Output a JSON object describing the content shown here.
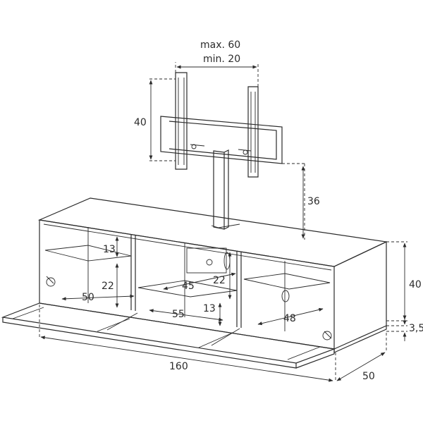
{
  "dimensions": {
    "bracket_spacing_max": "max. 60",
    "bracket_spacing_min": "min. 20",
    "bracket_height": "40",
    "mount_to_top": "36",
    "cabinet_height": "40",
    "feet_height": "3,5",
    "depth": "50",
    "width": "160",
    "shelf_left_height": "13",
    "left_compartment_height": "22",
    "left_compartment_depth": "50",
    "center_shelf_depth": "45",
    "center_compartment_height": "22",
    "center_shelf_height": "13",
    "center_compartment_depth": "55",
    "right_compartment_depth": "48"
  }
}
